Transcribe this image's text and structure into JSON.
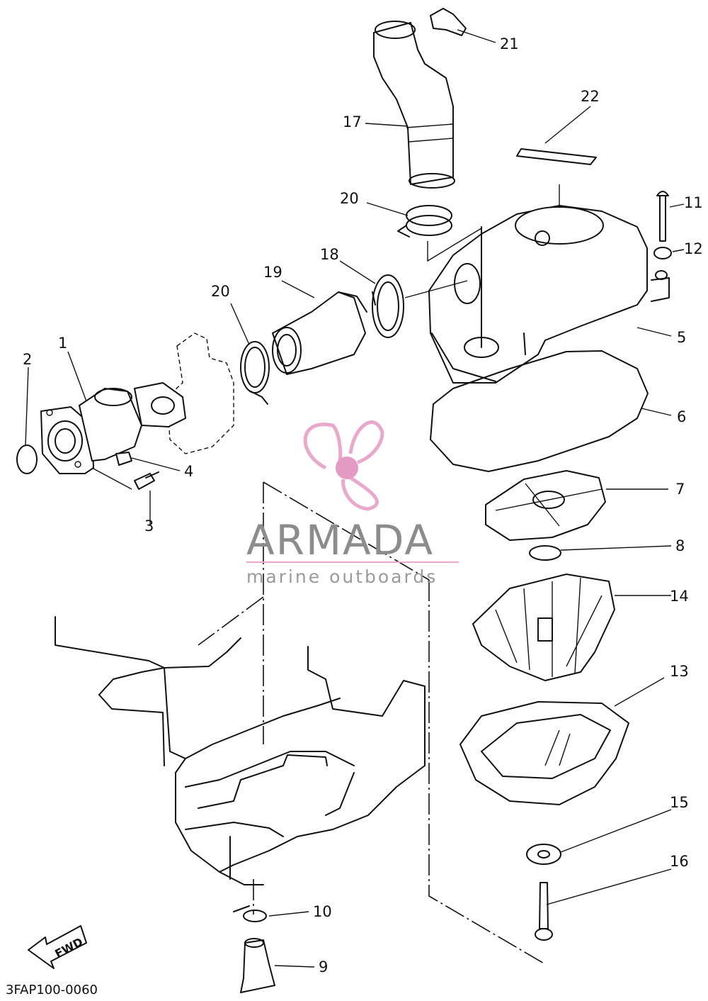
{
  "diagram": {
    "reference_code": "3FAP100-0060",
    "watermark": {
      "brand": "ARMADA",
      "tagline": "marine outboards",
      "pink": "#e8a9cc",
      "pink_dark": "#e39ac3",
      "grey": "#8c8c8c"
    },
    "fwd_label": "FWD",
    "callouts": [
      {
        "id": "1",
        "label": "1"
      },
      {
        "id": "2",
        "label": "2"
      },
      {
        "id": "3",
        "label": "3"
      },
      {
        "id": "4",
        "label": "4"
      },
      {
        "id": "5",
        "label": "5"
      },
      {
        "id": "6",
        "label": "6"
      },
      {
        "id": "7",
        "label": "7"
      },
      {
        "id": "8",
        "label": "8"
      },
      {
        "id": "9",
        "label": "9"
      },
      {
        "id": "10",
        "label": "10"
      },
      {
        "id": "11",
        "label": "11"
      },
      {
        "id": "12",
        "label": "12"
      },
      {
        "id": "13",
        "label": "13"
      },
      {
        "id": "14",
        "label": "14"
      },
      {
        "id": "15",
        "label": "15"
      },
      {
        "id": "16",
        "label": "16"
      },
      {
        "id": "17",
        "label": "17"
      },
      {
        "id": "18",
        "label": "18"
      },
      {
        "id": "19",
        "label": "19"
      },
      {
        "id": "20a",
        "label": "20"
      },
      {
        "id": "20b",
        "label": "20"
      },
      {
        "id": "21",
        "label": "21"
      },
      {
        "id": "22",
        "label": "22"
      }
    ]
  }
}
